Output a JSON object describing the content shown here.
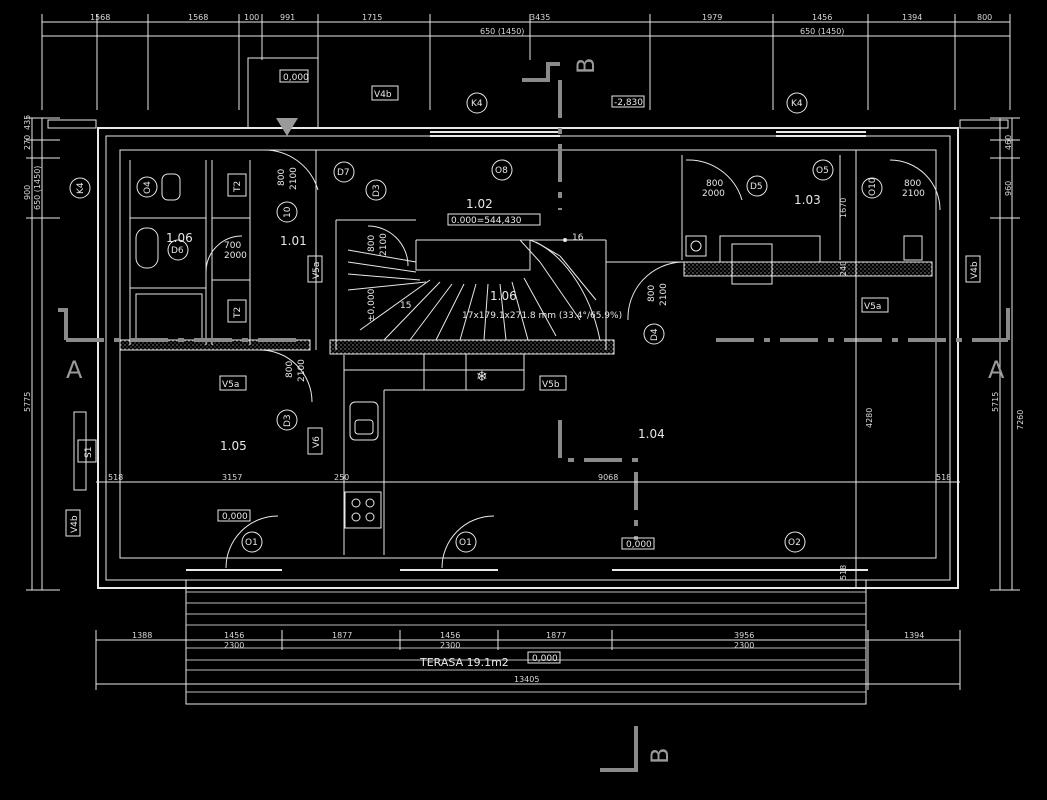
{
  "dimensions": {
    "top_row1": [
      "1568",
      "1568",
      "100",
      "991",
      "1715",
      "3435",
      "1979",
      "1456",
      "1394",
      "800"
    ],
    "top_row2_left": "650 (1450)",
    "top_row2_right": "650 (1450)",
    "left_side": [
      "435",
      "270",
      "900",
      "650 (1450)",
      "5775"
    ],
    "right_side": [
      "460",
      "960",
      "5715",
      "7260"
    ],
    "interior_h": [
      "518",
      "3157",
      "250",
      "9068",
      "518"
    ],
    "interior_v": [
      "1670",
      "240",
      "518",
      "4280"
    ],
    "bottom_row": [
      "1388",
      "1456",
      "1877",
      "1456",
      "1877",
      "3956",
      "1394"
    ],
    "bottom_2300": [
      "2300",
      "2300",
      "2300"
    ],
    "total": "13405"
  },
  "rooms": {
    "r102": "1.02",
    "r102_level": "0.000=544,430",
    "r101": "1.01",
    "r106a": "1.06",
    "r106b": "1.06",
    "r103": "1.03",
    "r105": "1.05",
    "r104": "1.04",
    "stair_spec": "17x179.1x271.8 mm  (33.4°/65.9%)",
    "stair_level": "±0,000",
    "stair_16": "16",
    "stair_15": "15",
    "terrace": "TERASA  19.1m2"
  },
  "levels": [
    "0,000",
    "-2,830",
    "0,000",
    "0,000",
    "0,000"
  ],
  "doors": {
    "d700": "700",
    "d2000a": "2000",
    "d800a": "800",
    "d2100a": "2100",
    "d800b": "800",
    "d2000b": "2000",
    "d800c": "800",
    "d2100c": "2100",
    "d800d": "800",
    "d2100d": "2100",
    "d800e": "800",
    "d2100e": "2100",
    "d800f": "800",
    "d2100f": "2100"
  },
  "tags": [
    "K4",
    "K4",
    "K4",
    "O8",
    "O5",
    "O10",
    "O4",
    "O1",
    "O1",
    "O2",
    "D7",
    "D3",
    "D3",
    "D5",
    "D4",
    "D6",
    "T2",
    "T2",
    "S1",
    "V4b",
    "V4b",
    "V4b",
    "V5a",
    "V5a",
    "V5a",
    "V5b",
    "V6",
    "10"
  ],
  "section_marks": {
    "a_left": "A",
    "a_right": "A",
    "b_top": "B",
    "b_bottom": "B"
  }
}
